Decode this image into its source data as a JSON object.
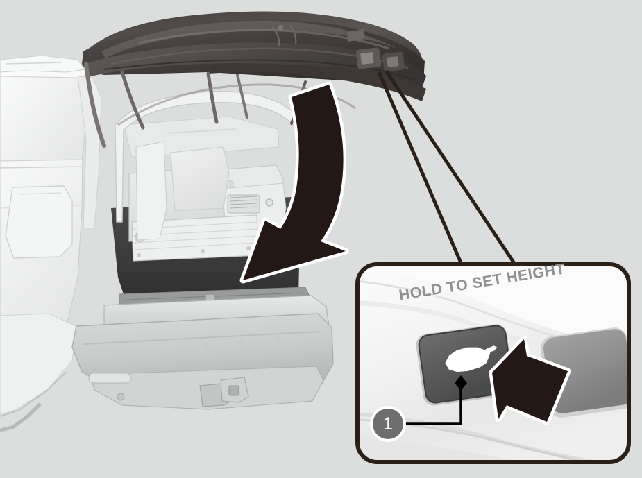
{
  "figure": {
    "kind": "vehicle-owner-manual-illustration",
    "subject": "power-tailgate-height-setting",
    "background_color": "#dcdedd"
  },
  "vehicle": {
    "name": "suv-rear-view",
    "body_color": "#f2f3f3",
    "tailgate_color": "#4a4543",
    "cargo_shadow_color": "#3a3a3a",
    "description": "Rear three-quarter view of an SUV with the power tailgate raised"
  },
  "motion_arrow": {
    "name": "tailgate-close-arrow",
    "direction": "down-left",
    "fill": "#231815",
    "outline": "#ffffff",
    "description": "Curved arrow showing the tailgate closing downward"
  },
  "leader_lines": {
    "name": "magnifier-leader-lines",
    "color": "#2b2018",
    "count": 2
  },
  "callout_panel": {
    "name": "tailgate-switch-detail-panel",
    "border_color": "#2b2018",
    "fill": "#f6f6f6",
    "corner_radius": 30,
    "label": "HOLD TO SET HEIGHT",
    "buttons": [
      {
        "name": "set-height-button",
        "icon": "tailgate-open-vehicle-icon",
        "fill": "#5b5b5b",
        "icon_color": "#ffffff",
        "callout_number": "1"
      },
      {
        "name": "secondary-tailgate-button",
        "icon": "none",
        "fill": "#8e8e8e"
      }
    ],
    "pointer_arrow": {
      "name": "press-button-arrow",
      "fill": "#231815",
      "outline": "#ffffff",
      "direction": "up-left"
    }
  },
  "callout_marker": {
    "name": "callout-1",
    "number": "1",
    "circle_fill": "#6e6e6e",
    "text_color": "#ffffff",
    "ring_color": "#ffffff",
    "leader_color": "#000000"
  }
}
